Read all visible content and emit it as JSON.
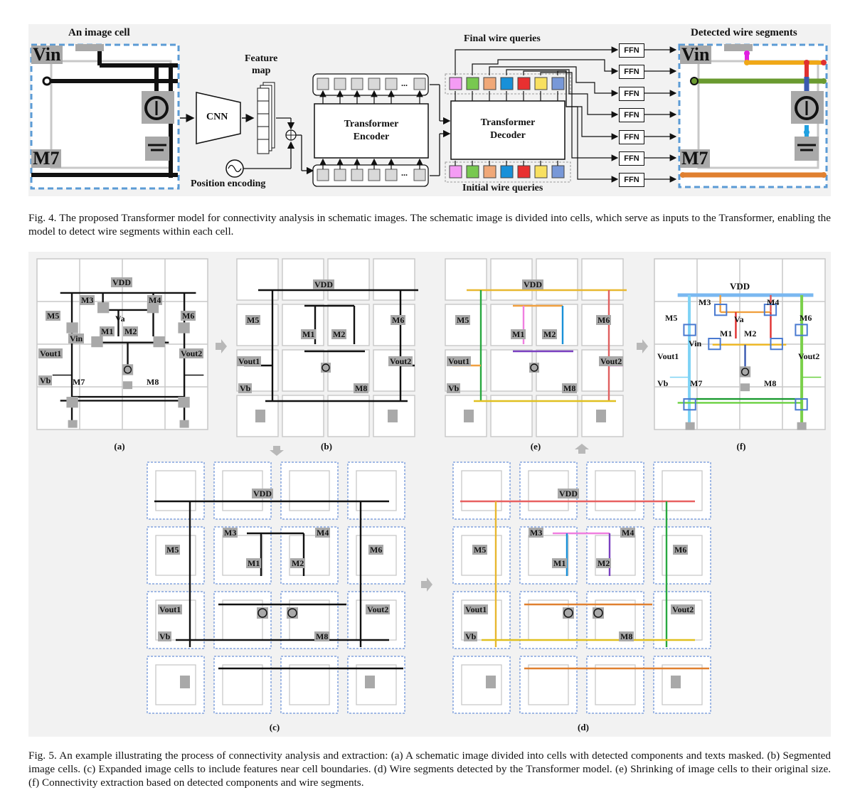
{
  "fig4": {
    "image_cell_title": "An image cell",
    "vin_label": "Vin",
    "m7_label": "M7",
    "cnn_label": "CNN",
    "feature_map_label": "Feature\nmap",
    "position_encoding_label": "Position encoding",
    "encoder_label": "Transformer\nEncoder",
    "decoder_label": "Transformer\nDecoder",
    "final_queries_label": "Final wire queries",
    "initial_queries_label": "Initial wire queries",
    "ffn_label": "FFN",
    "ellipsis": "...",
    "detected_title": "Detected wire segments",
    "query_colors": [
      "#f49cf4",
      "#78c850",
      "#f0a878",
      "#1890d8",
      "#e83030",
      "#f8e060",
      "#7898d8"
    ],
    "caption": "Fig. 4.  The proposed Transformer model for connectivity analysis in schematic images. The schematic image is divided into cells, which serve as inputs to the Transformer, enabling the model to detect wire segments within each cell."
  },
  "fig5": {
    "labels": {
      "a": "(a)",
      "b": "(b)",
      "c": "(c)",
      "d": "(d)",
      "e": "(e)",
      "f": "(f)"
    },
    "circuit": {
      "vdd": "VDD",
      "m1": "M1",
      "m2": "M2",
      "m3": "M3",
      "m4": "M4",
      "m5": "M5",
      "m6": "M6",
      "m7": "M7",
      "m8": "M8",
      "vin": "Vin",
      "va": "Va",
      "vout1": "Vout1",
      "vout2": "Vout2",
      "vb": "Vb"
    },
    "caption": "Fig. 5.  An example illustrating the process of connectivity analysis and extraction: (a) A schematic image divided into cells with detected components and texts masked. (b) Segmented image cells. (c) Expanded image cells to include features near cell boundaries. (d) Wire segments detected by the Transformer model. (e) Shrinking of image cells to their original size. (f) Connectivity extraction based on detected components and wire segments."
  }
}
